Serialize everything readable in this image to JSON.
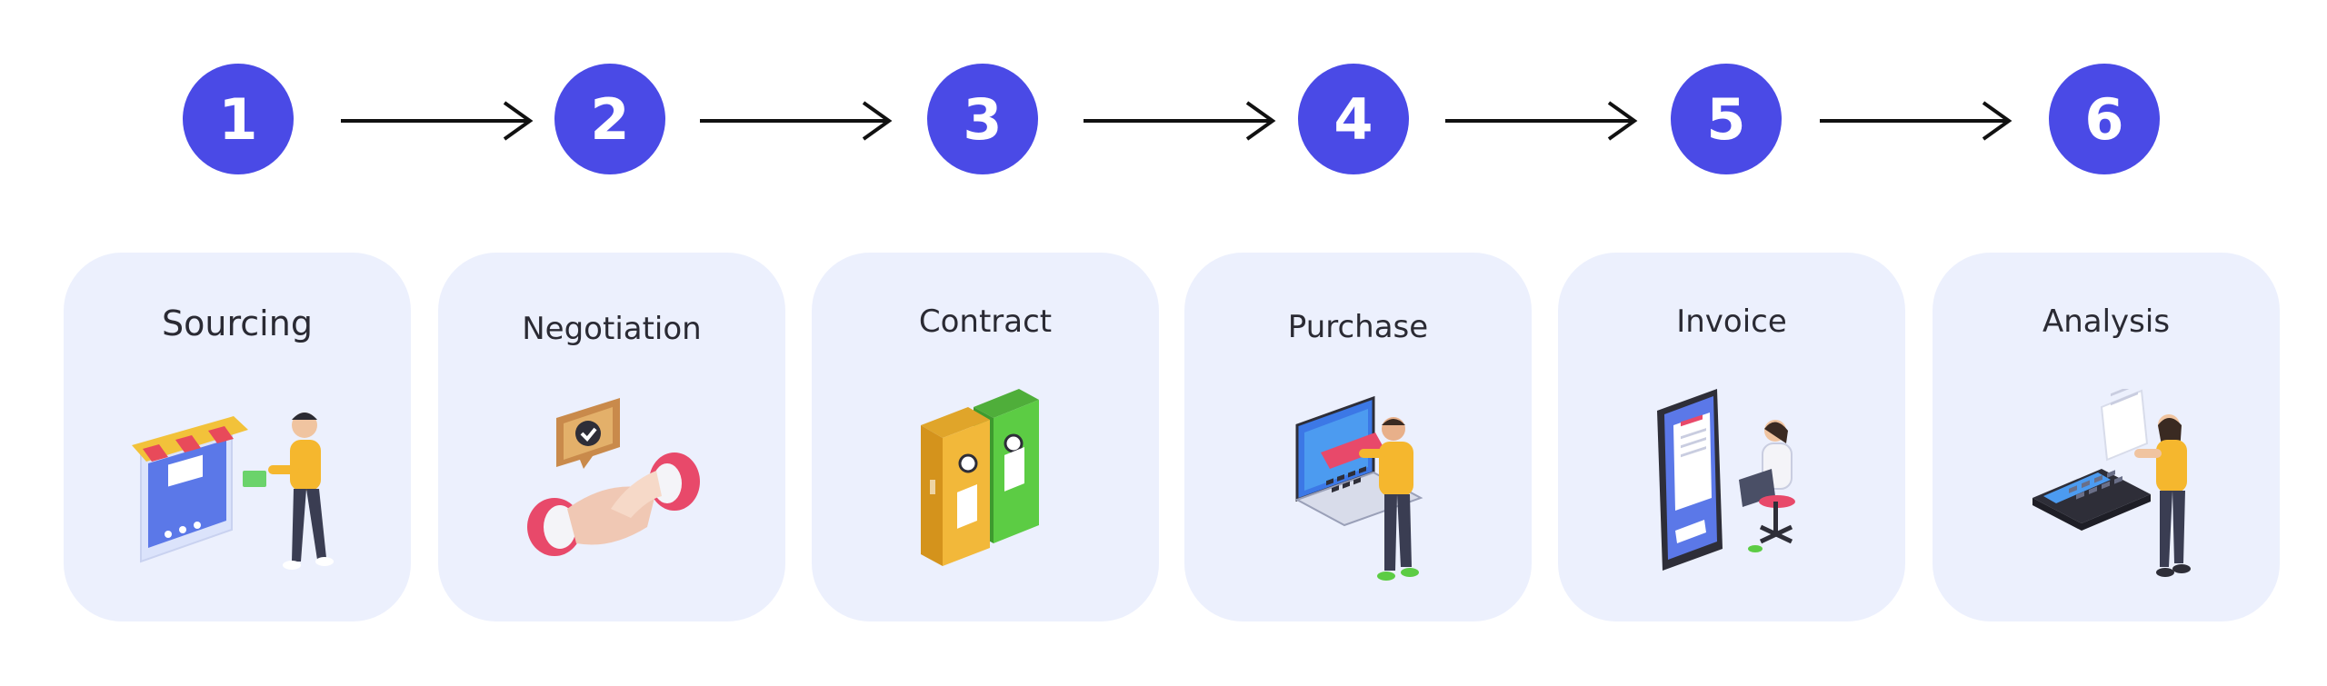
{
  "steps": [
    {
      "number": "1",
      "label": "Sourcing",
      "icon": "storefront-shopper-icon"
    },
    {
      "number": "2",
      "label": "Negotiation",
      "icon": "handshake-icon"
    },
    {
      "number": "3",
      "label": "Contract",
      "icon": "binders-icon"
    },
    {
      "number": "4",
      "label": "Purchase",
      "icon": "laptop-card-payment-icon"
    },
    {
      "number": "5",
      "label": "Invoice",
      "icon": "phone-receipt-icon"
    },
    {
      "number": "6",
      "label": "Analysis",
      "icon": "calculator-tax-icon"
    }
  ],
  "colors": {
    "step_circle": "#4a4ae6",
    "card_background": "#ecf0fd",
    "arrow": "#111111"
  }
}
